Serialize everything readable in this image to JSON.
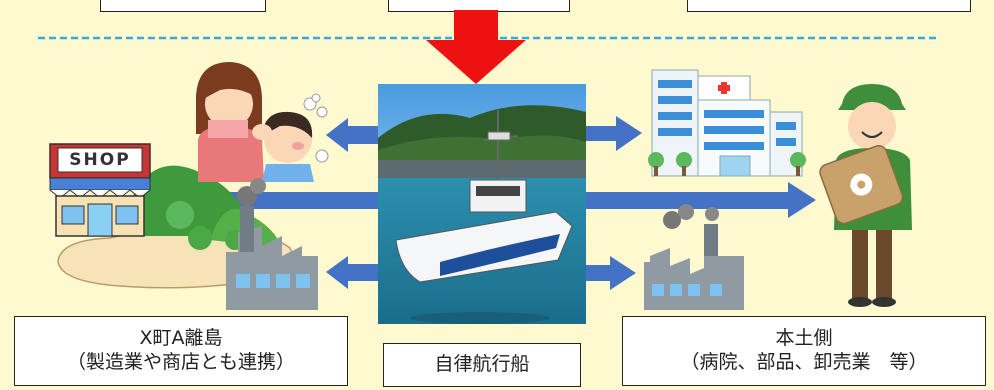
{
  "labels": {
    "left_title": "X町A離島",
    "left_subtitle": "（製造業や商店とも連携）",
    "center": "自律航行船",
    "right_title": "本土側",
    "right_subtitle": "（病院、部品、卸売業　等）",
    "shop_sign": "SHOP"
  },
  "colors": {
    "background": "#fff9cf",
    "arrow_blue": "#4472c4",
    "arrow_red": "#ee1111",
    "dashed_line": "#39a8dc",
    "box_border": "#222222"
  },
  "icons": [
    "shop-icon",
    "mother-child-icon",
    "factory-icon",
    "hospital-icon",
    "farmer-with-sack-icon",
    "autonomous-boat-photo"
  ]
}
